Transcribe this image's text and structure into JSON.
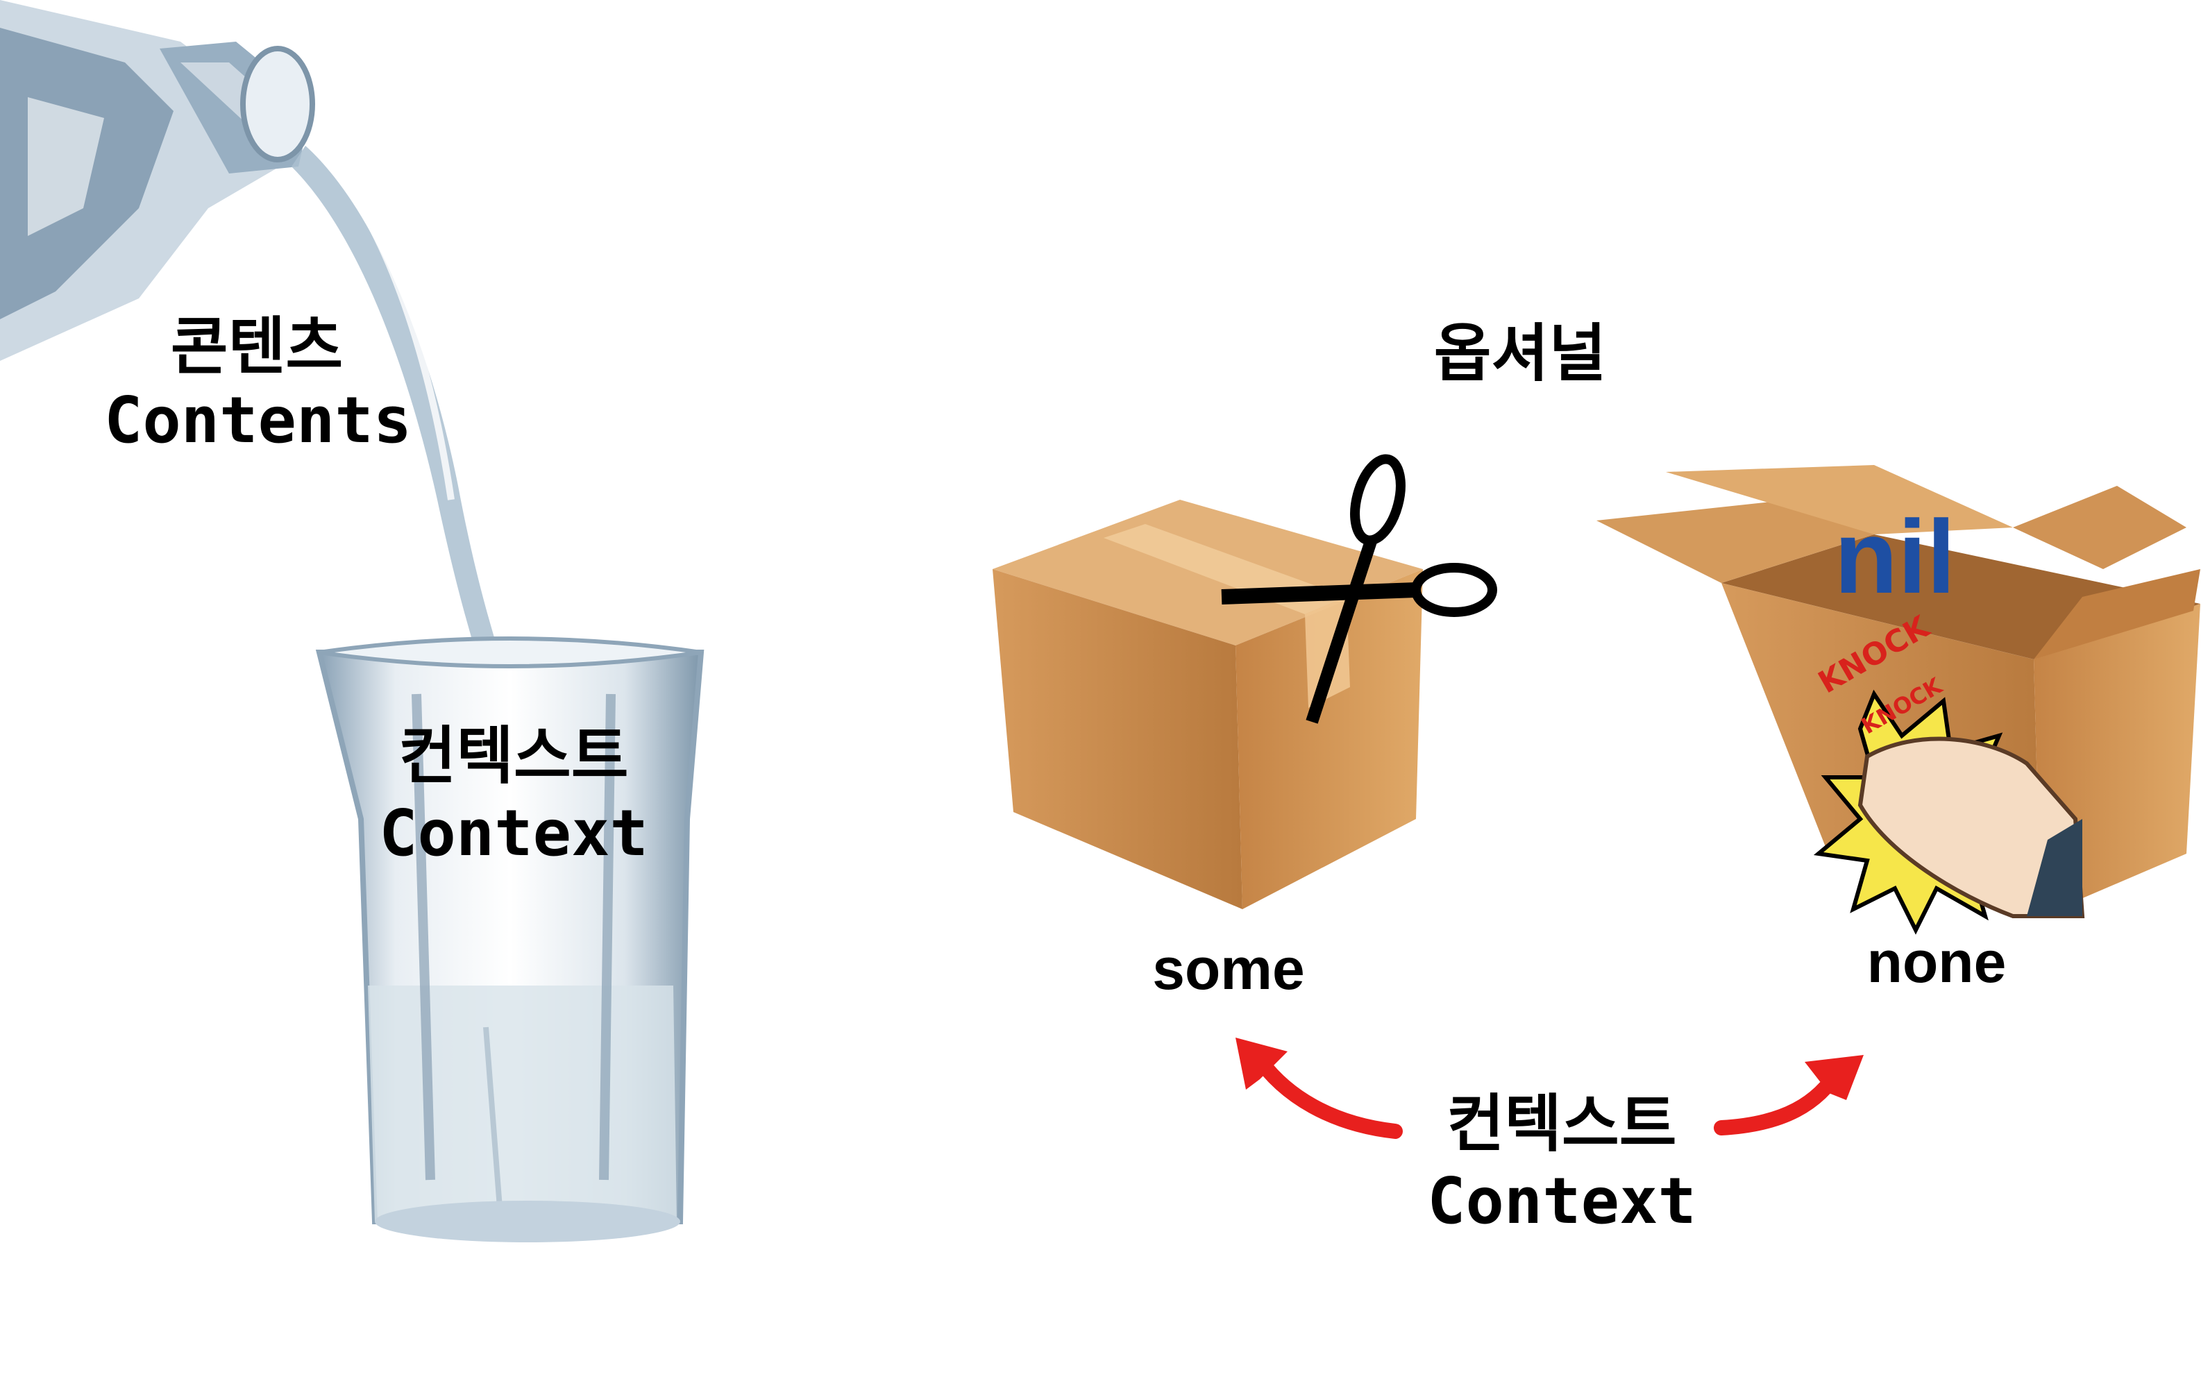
{
  "left": {
    "contents_ko": "콘텐츠",
    "contents_en": "Contents",
    "context_ko": "컨텍스트",
    "context_en": "Context"
  },
  "right": {
    "title": "옵셔널",
    "nil_label": "nil",
    "knock_1": "KNOCK",
    "knock_2": "KNOCK",
    "some_label": "some",
    "none_label": "none",
    "context_ko": "컨텍스트",
    "context_en": "Context"
  },
  "colors": {
    "box": "#c8894c",
    "box_dark": "#a56a35",
    "nil": "#1e4fa3",
    "arrow": "#e8201e",
    "water": "#b7c9d8",
    "knock": "#d8221c",
    "burst": "#f6e64a"
  },
  "icons": [
    "water-bottle-icon",
    "glass-icon",
    "sealed-box-icon",
    "scissors-icon",
    "open-box-icon",
    "fist-icon",
    "arrow-icon"
  ]
}
